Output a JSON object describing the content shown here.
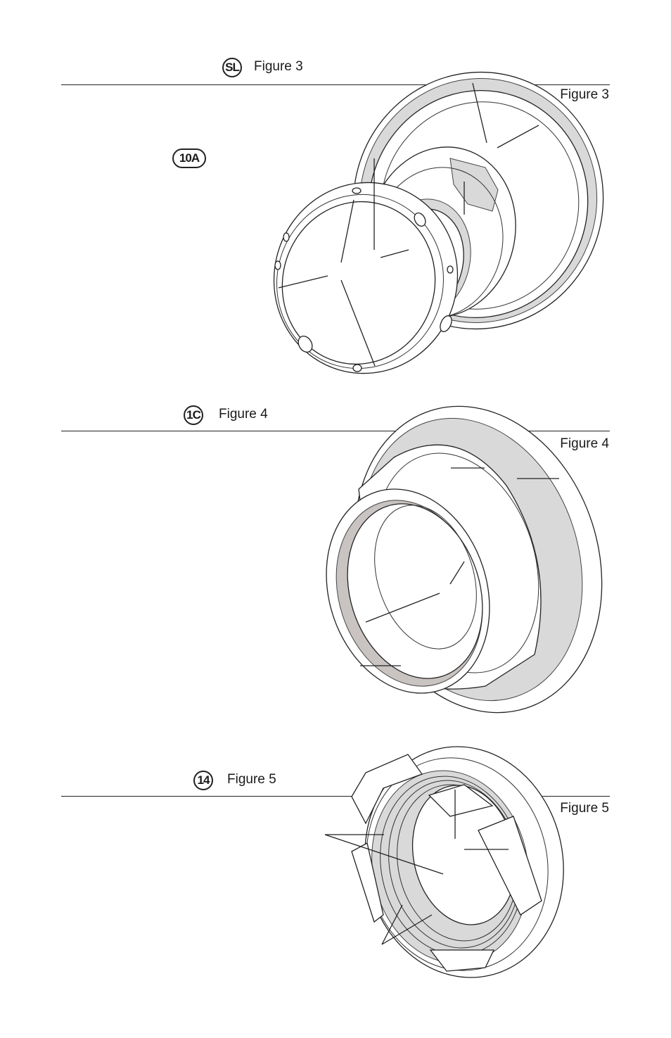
{
  "figures": [
    {
      "badge": "SL",
      "heading": "Figure 3",
      "caption": "Figure 3",
      "extra_badge": "10A"
    },
    {
      "badge": "1C",
      "heading": "Figure 4",
      "caption": "Figure 4"
    },
    {
      "badge": "14",
      "heading": "Figure 5",
      "caption": "Figure 5"
    }
  ]
}
